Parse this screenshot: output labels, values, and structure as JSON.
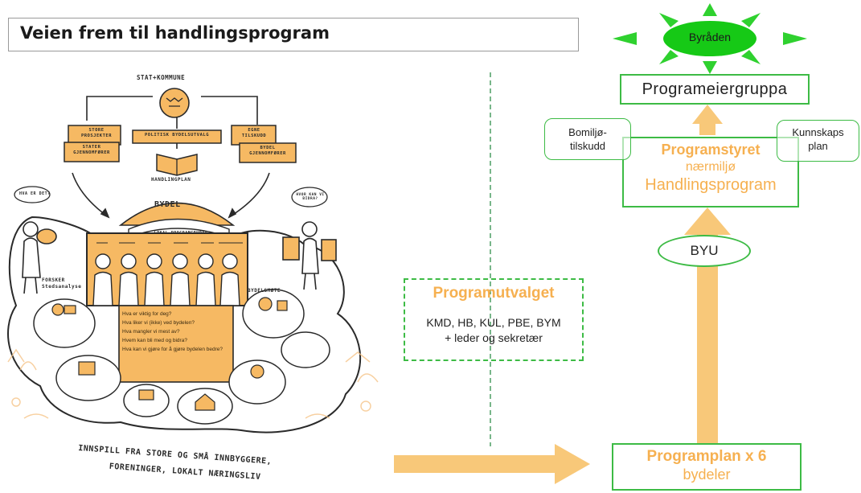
{
  "title": "Veien frem til handlingsprogram",
  "illustration": {
    "state_label": "STAT+KOMMUNE",
    "left_box": [
      "STORE",
      "PROSJEKTER",
      "STATER",
      "GJENNOMFØRER"
    ],
    "center_box": "POLITISK BYDELSUTVALG",
    "right_box": [
      "EGNE",
      "TILSKUDD",
      "BYDEL",
      "GJENNOMFØRER"
    ],
    "plan_label": "HANDLINGPLAN",
    "bydel_label": "BYDEL",
    "bydel_sub": "LOKAL PROGRAMGRUPPE",
    "left_bubble": "HVA ER DET?",
    "right_bubble": "HVOR KAN VI BIDRA?",
    "forsker_label": [
      "FORSKER",
      "Stedsanalyse"
    ],
    "bydelsmote_label": "BYDELSMØTE",
    "questions": [
      "Hva er viktig for deg?",
      "Hva liker vi (ikke) ved bydelen?",
      "Hva mangler vi mest av?",
      "Hvem kan bli med og bidra?",
      "Hva kan vi gjøre for å gjøre bydelen bedre?"
    ],
    "bottom_caption": [
      "INNSPILL FRA STORE OG SMÅ INNBYGGERE,",
      "FORENINGER, LOKALT NÆRINGSLIV"
    ]
  },
  "programutvalget": {
    "title": "Programutvalget",
    "members": "KMD, HB, KUL, PBE, BYM",
    "extra": "+ leder og sekretær"
  },
  "right": {
    "byraden": "Byråden",
    "programeiergruppa": "Programeiergruppa",
    "bomiljo": [
      "Bomiljø-",
      "tilskudd"
    ],
    "kunnskaps": [
      "Kunnskaps",
      "plan"
    ],
    "programstyret": "Programstyret",
    "naermiljo": "nærmiljø",
    "handlingsprogram": "Handlingsprogram",
    "byu": "BYU",
    "programplan": "Programplan x 6",
    "bydeler": "bydeler"
  },
  "colors": {
    "green": "#3dbb45",
    "orange": "#f6b963",
    "arrow_orange": "#f8c879",
    "sun_green": "#2fd12f"
  }
}
